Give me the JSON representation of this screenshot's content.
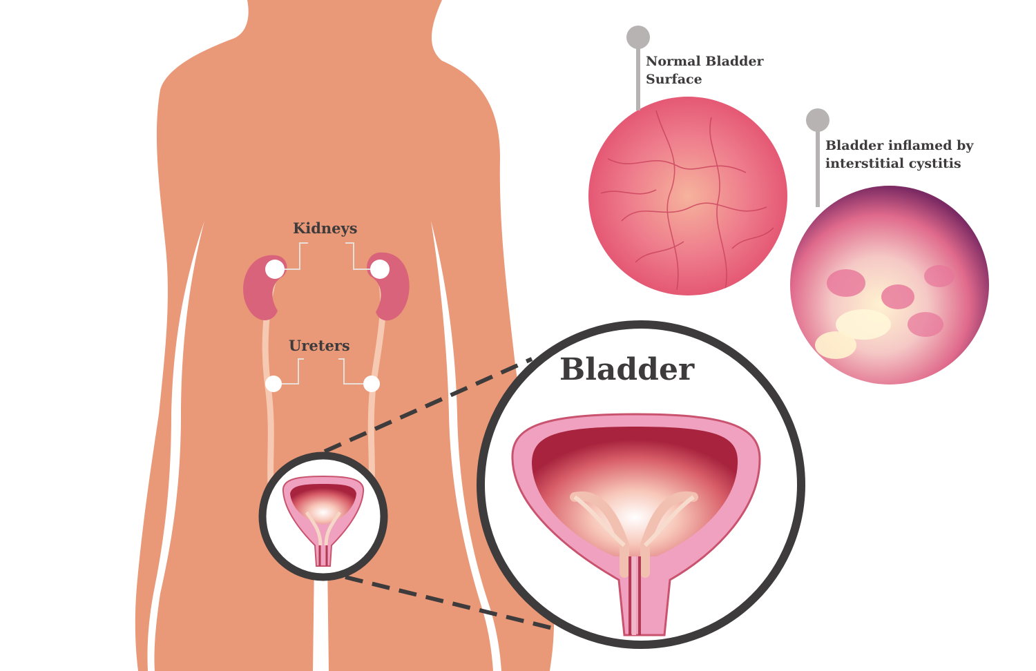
{
  "labels": {
    "kidneys": "Kidneys",
    "ureters": "Ureters",
    "bladder_title": "Bladder",
    "normal_line1": "Normal Bladder",
    "normal_line2": "Surface",
    "inflamed_line1": "Bladder inflamed by",
    "inflamed_line2": "interstitial cystitis"
  },
  "colors": {
    "skin": "#e99878",
    "kidney": "#d9637a",
    "pin": "#b7b3b3",
    "ring": "#3d3b3b",
    "text": "#3d3b3b"
  },
  "icons": {
    "pin": "map-pin-icon"
  }
}
